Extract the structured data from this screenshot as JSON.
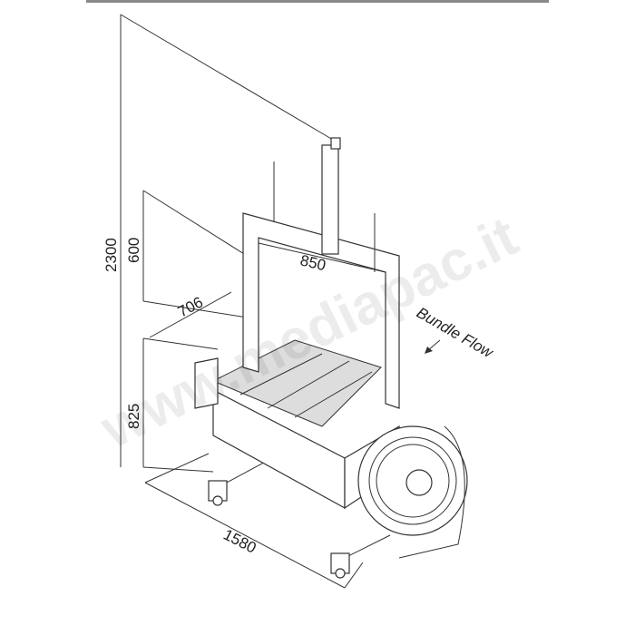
{
  "dimensions": {
    "total_height": "2300",
    "arch_height": "600",
    "arch_width": "850",
    "table_depth": "706",
    "table_height": "825",
    "total_length": "1580"
  },
  "flow_label": "Bundle Flow",
  "watermark": "www.mediapac.it",
  "colors": {
    "line": "#333333",
    "top_bar": "#888888"
  }
}
